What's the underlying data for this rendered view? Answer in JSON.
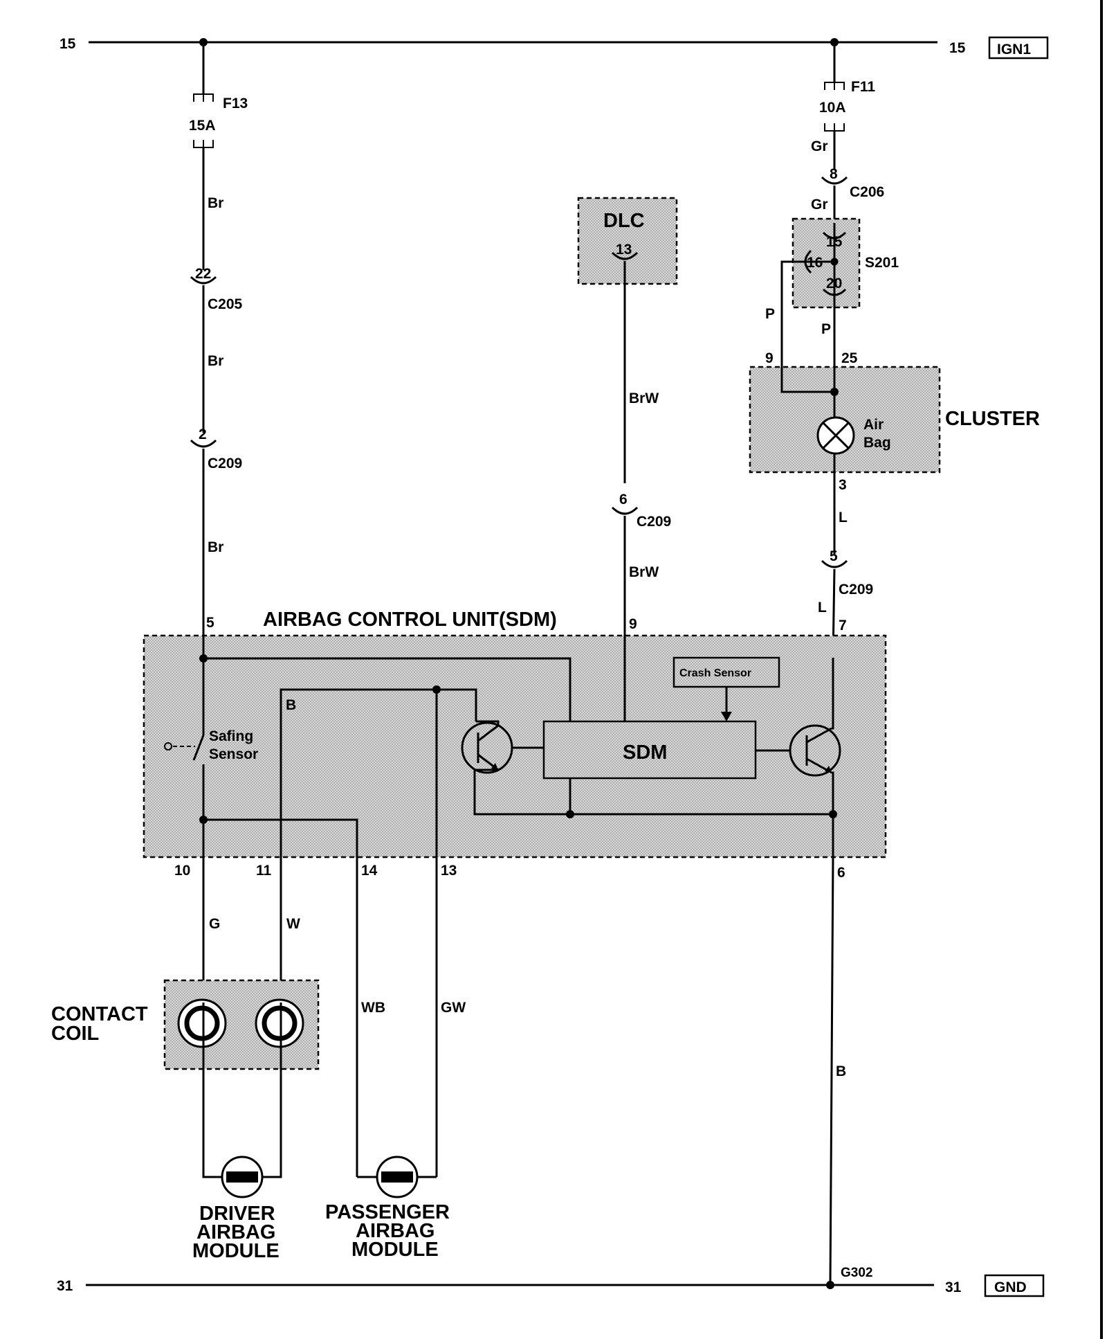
{
  "rails": {
    "top_left": "15",
    "top_right": "15",
    "top_tag": "IGN1",
    "bottom_left": "31",
    "bottom_right": "31",
    "bottom_tag": "GND",
    "ground_point": "G302"
  },
  "fuses": {
    "f13": {
      "name": "F13",
      "rating": "15A"
    },
    "f11": {
      "name": "F11",
      "rating": "10A"
    }
  },
  "wires": {
    "br1": "Br",
    "br2": "Br",
    "br3": "Br",
    "brw1": "BrW",
    "brw2": "BrW",
    "gr1": "Gr",
    "gr2": "Gr",
    "p1": "P",
    "p2": "P",
    "l1": "L",
    "l2": "L",
    "g": "G",
    "w": "W",
    "wb": "WB",
    "gw": "GW",
    "b_out": "B",
    "b_in": "B"
  },
  "connectors": {
    "c205": {
      "name": "C205",
      "pin": "22"
    },
    "c209_left": {
      "name": "C209",
      "pin": "2"
    },
    "c209_mid": {
      "name": "C209",
      "pin": "6"
    },
    "c209_right": {
      "name": "C209",
      "pin": "5"
    },
    "c206": {
      "name": "C206",
      "pin": "8"
    },
    "s201": {
      "name": "S201",
      "pin_top": "15",
      "pin_left": "16",
      "pin_bottom": "20"
    },
    "dlc": {
      "name": "DLC",
      "pin": "13"
    }
  },
  "cluster": {
    "name": "CLUSTER",
    "lamp_label_1": "Air",
    "lamp_label_2": "Bag",
    "pin_left": "9",
    "pin_right": "25",
    "pin_bottom": "3"
  },
  "sdm_unit": {
    "title": "AIRBAG CONTROL UNIT(SDM)",
    "core_label": "SDM",
    "crash_sensor": "Crash Sensor",
    "safing_1": "Safing",
    "safing_2": "Sensor",
    "pin_5": "5",
    "pin_9": "9",
    "pin_7": "7",
    "pin_10": "10",
    "pin_11": "11",
    "pin_14": "14",
    "pin_13": "13",
    "pin_6": "6"
  },
  "contact_coil": {
    "line1": "CONTACT",
    "line2": "COIL"
  },
  "driver_module": {
    "line1": "DRIVER",
    "line2": "AIRBAG",
    "line3": "MODULE"
  },
  "passenger_module": {
    "line1": "PASSENGER",
    "line2": "AIRBAG",
    "line3": "MODULE"
  }
}
